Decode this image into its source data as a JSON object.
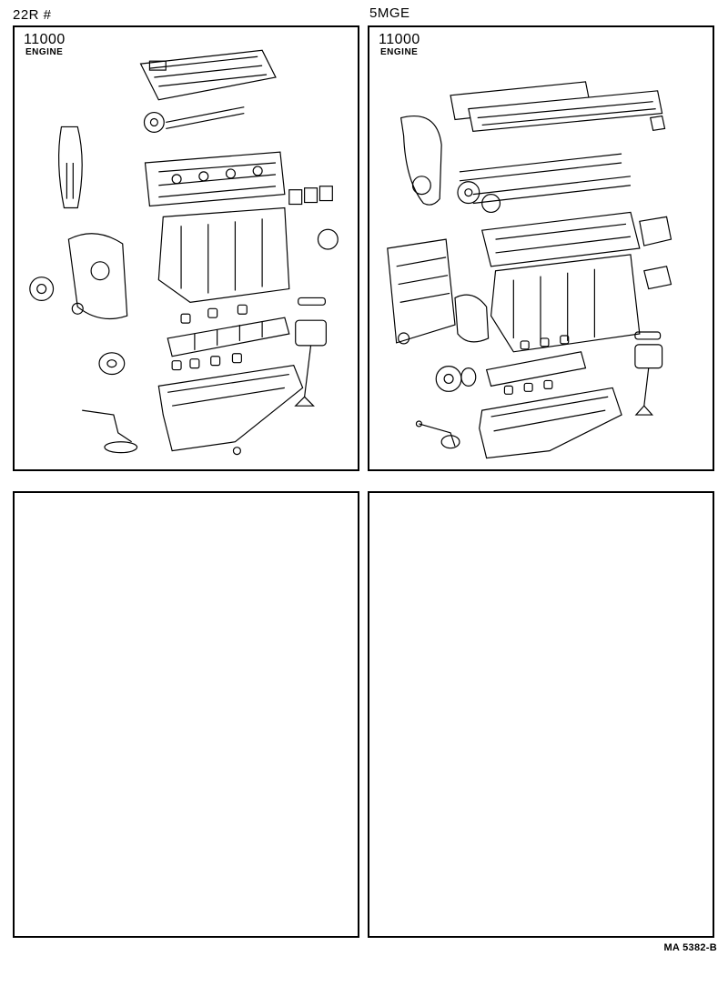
{
  "panels": [
    {
      "engine": "22R #",
      "code": "11000",
      "group": "ENGINE"
    },
    {
      "engine": "5MGE",
      "code": "11000",
      "group": "ENGINE"
    }
  ],
  "footer": "MA 5382-B"
}
